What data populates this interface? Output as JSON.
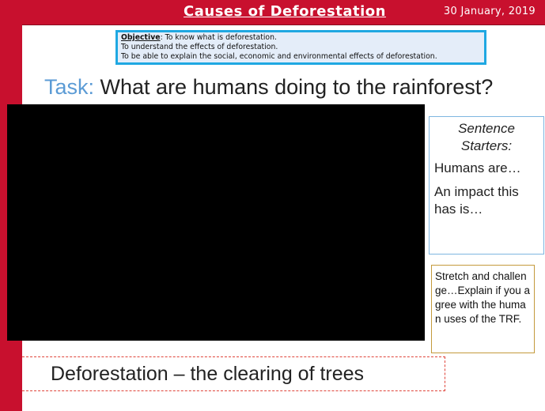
{
  "header": {
    "title": "Causes of Deforestation",
    "date": "30 January, 2019"
  },
  "objective": {
    "label": "Objective",
    "line1": ": To know what is deforestation.",
    "line2": "To understand the effects of deforestation.",
    "line3": "To be able to explain the social, economic and environmental effects of deforestation."
  },
  "task": {
    "label": "Task:",
    "question": " What are humans doing to the rainforest?"
  },
  "sentence_starters": {
    "title": "Sentence Starters:",
    "items": [
      "Humans are…",
      "An impact this has is…"
    ]
  },
  "stretch": {
    "text": "Stretch and challenge…Explain if you agree with the human uses of the TRF."
  },
  "definition": {
    "text": "Deforestation – the clearing of trees"
  },
  "colors": {
    "brand_red": "#c8102e",
    "objective_border": "#1fa8e2",
    "task_label": "#5b9bd5"
  }
}
